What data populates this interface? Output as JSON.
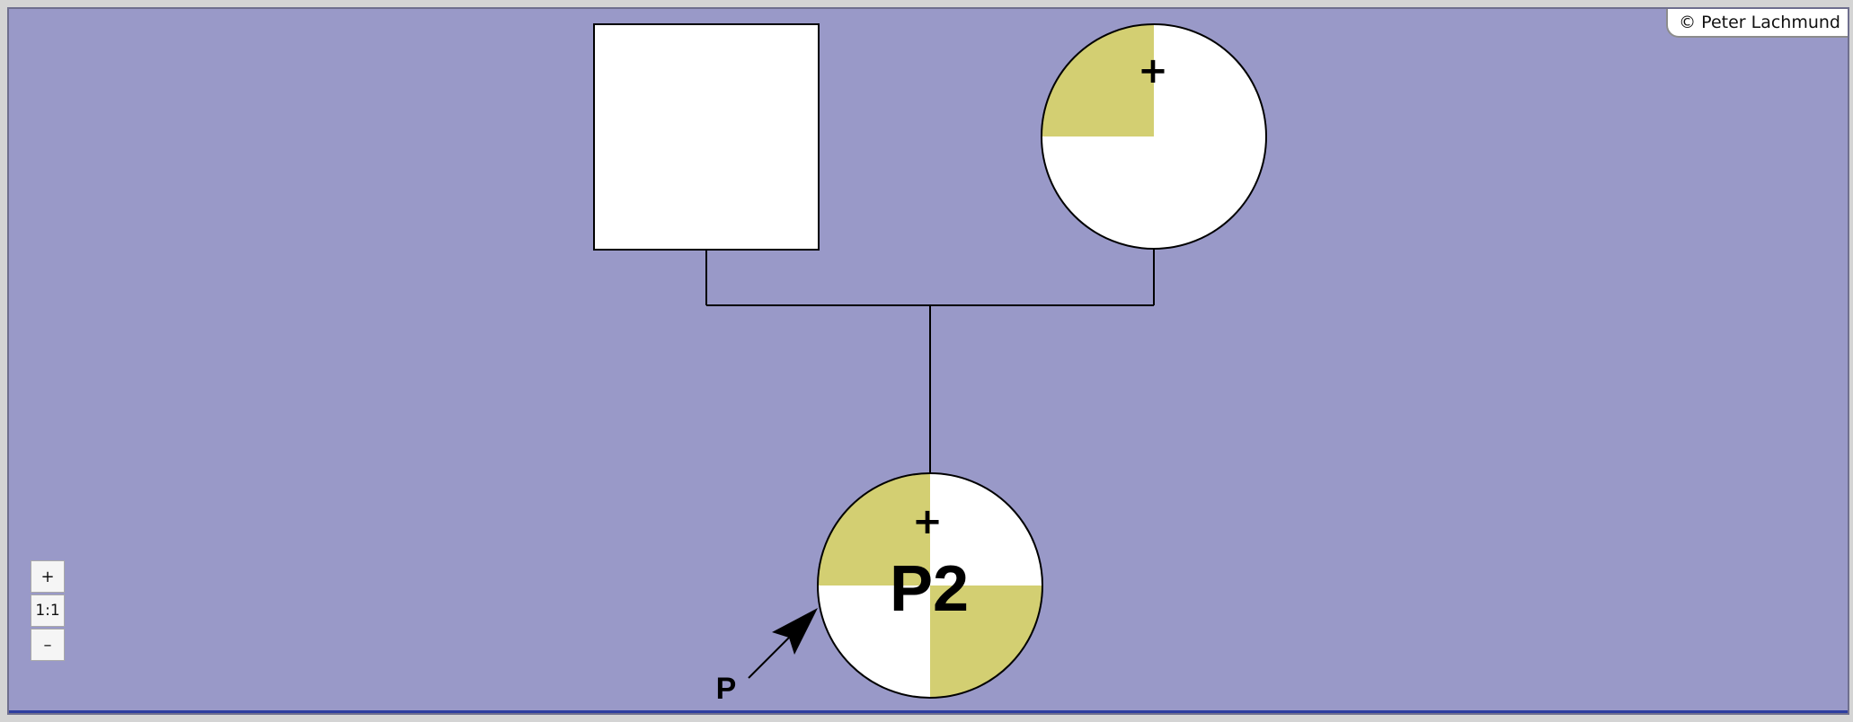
{
  "copyright": "© Peter Lachmund",
  "zoom": {
    "in_label": "+",
    "reset_label": "1:1",
    "out_label": "–"
  },
  "individuals": {
    "father": {
      "sex": "male",
      "affected_quadrants": []
    },
    "mother": {
      "sex": "female",
      "affected_quadrants": [
        "top-left"
      ],
      "marker": "+"
    },
    "proband": {
      "sex": "female",
      "affected_quadrants": [
        "top-left",
        "bottom-right"
      ],
      "marker": "+",
      "label": "P2",
      "proband_marker": "P"
    }
  },
  "colors": {
    "background": "#9999c8",
    "affected_fill": "#d3cf72",
    "symbol_fill": "#ffffff",
    "line": "#000000"
  }
}
